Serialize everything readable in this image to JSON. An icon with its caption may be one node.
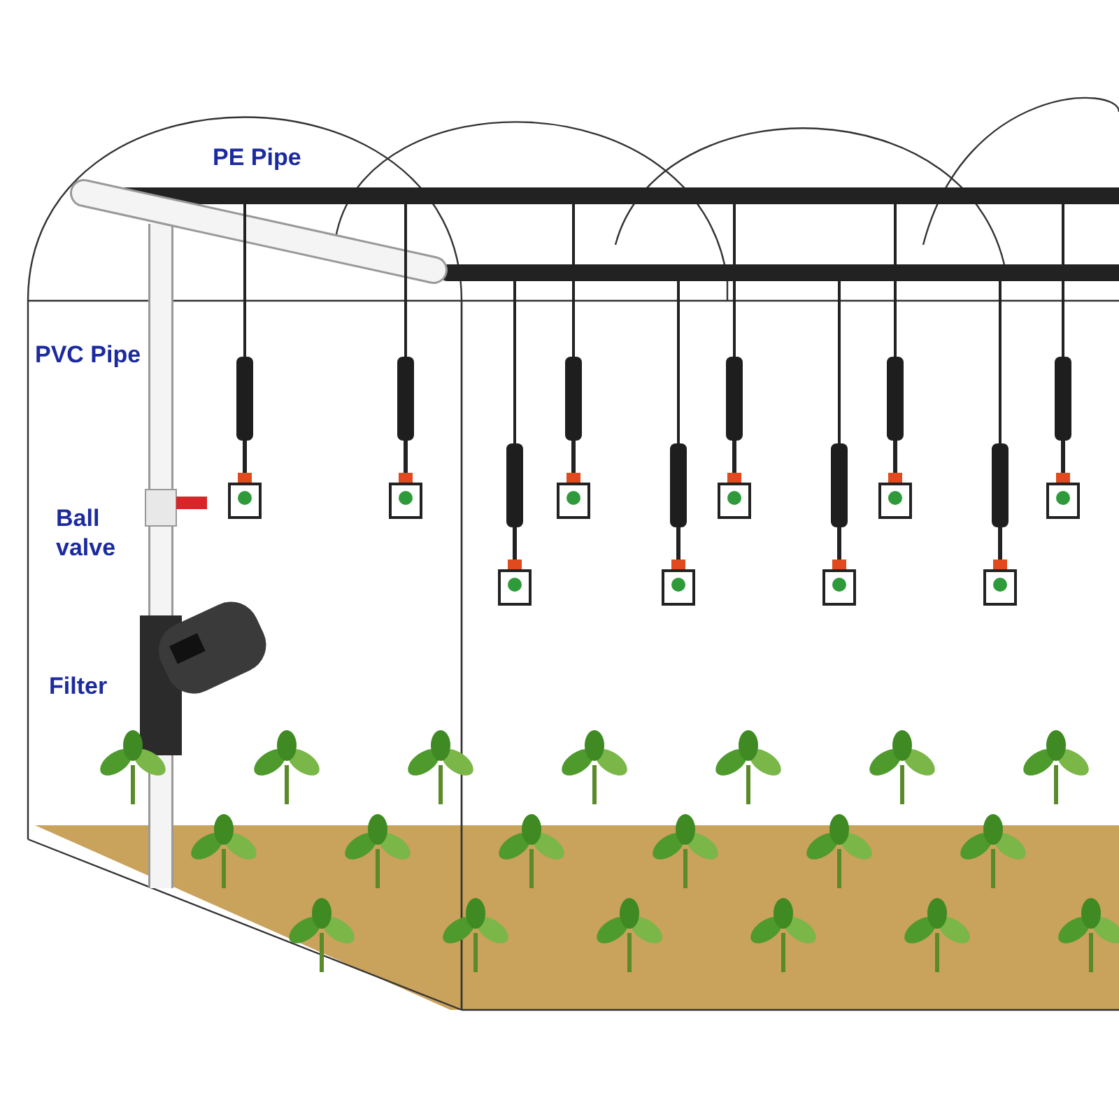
{
  "diagram": {
    "labels": [
      "PE Pipe",
      "PVC Pipe",
      "Ball valve",
      "Filter"
    ]
  }
}
